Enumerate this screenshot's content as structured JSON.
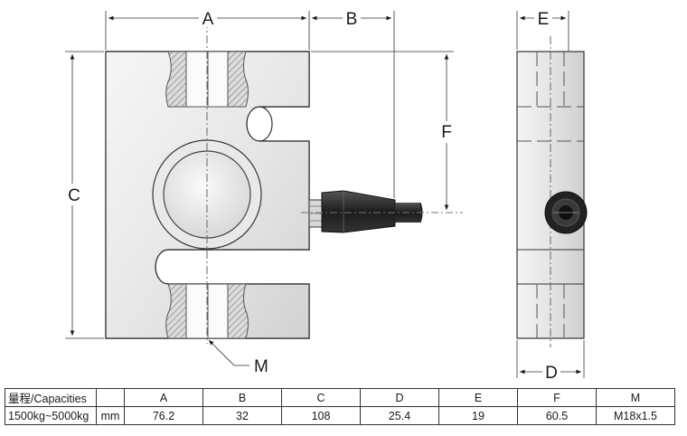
{
  "drawing": {
    "dimension_labels": {
      "A": "A",
      "B": "B",
      "C": "C",
      "D": "D",
      "E": "E",
      "F": "F",
      "M": "M"
    }
  },
  "spec_table": {
    "header": {
      "capacity_label": "量程/Capacities",
      "unit": "",
      "columns": [
        "A",
        "B",
        "C",
        "D",
        "E",
        "F",
        "M"
      ]
    },
    "row": {
      "capacity": "1500kg~5000kg",
      "unit": "mm",
      "values": [
        "76.2",
        "32",
        "108",
        "25.4",
        "19",
        "60.5",
        "M18x1.5"
      ]
    }
  },
  "colors": {
    "metal_light": "#eeeeee",
    "metal_mid": "#d9d9d9",
    "outline": "#333333",
    "connector": "#2a2a2a",
    "hatch": "#9a9a9a"
  }
}
